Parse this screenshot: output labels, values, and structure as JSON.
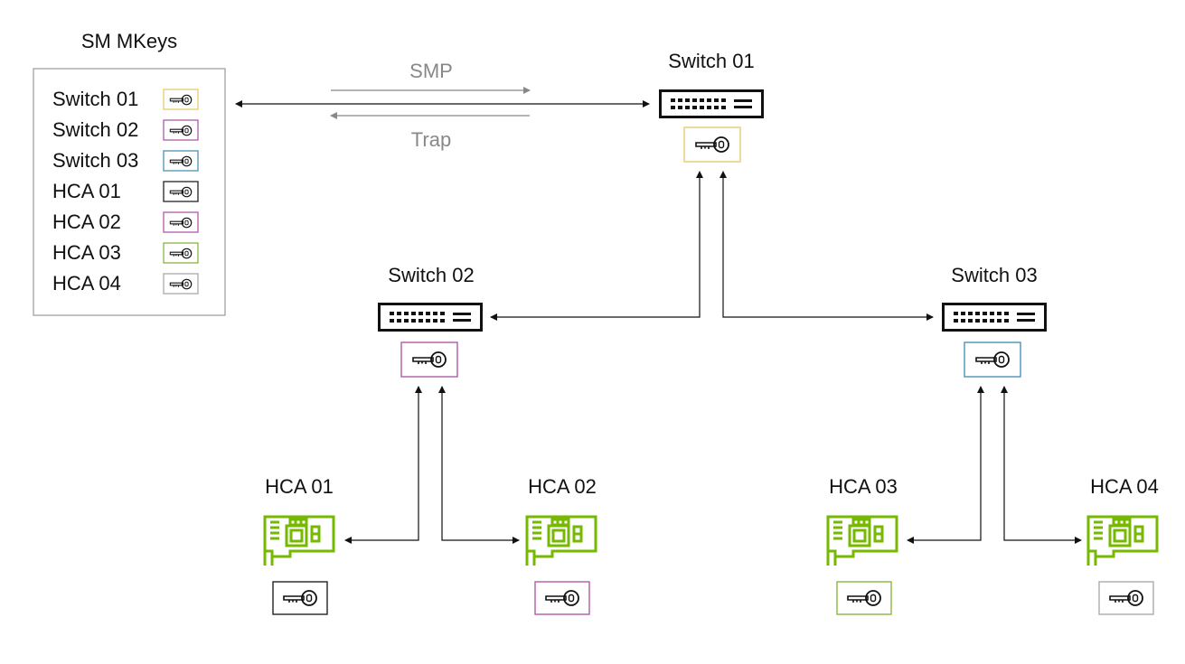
{
  "colors": {
    "switch01": "#e8c96a",
    "switch02": "#b15aa6",
    "switch03": "#4a93b8",
    "hca01": "#222222",
    "hca02": "#b15aa6",
    "hca03": "#8ab73f",
    "hca04": "#aaaaaa",
    "card_green": "#76b900",
    "line": "#111111",
    "flow_gray": "#888888"
  },
  "legend": {
    "title": "SM MKeys",
    "items": [
      {
        "label": "Switch 01",
        "color_key": "switch01"
      },
      {
        "label": "Switch 02",
        "color_key": "switch02"
      },
      {
        "label": "Switch 03",
        "color_key": "switch03"
      },
      {
        "label": "HCA 01",
        "color_key": "hca01"
      },
      {
        "label": "HCA 02",
        "color_key": "hca02"
      },
      {
        "label": "HCA 03",
        "color_key": "hca03"
      },
      {
        "label": "HCA 04",
        "color_key": "hca04"
      }
    ]
  },
  "flows": {
    "smp": "SMP",
    "trap": "Trap"
  },
  "nodes": {
    "switch01": {
      "label": "Switch 01",
      "icon": "network-switch-icon"
    },
    "switch02": {
      "label": "Switch 02",
      "icon": "network-switch-icon"
    },
    "switch03": {
      "label": "Switch 03",
      "icon": "network-switch-icon"
    },
    "hca01": {
      "label": "HCA 01",
      "icon": "hca-card-icon"
    },
    "hca02": {
      "label": "HCA 02",
      "icon": "hca-card-icon"
    },
    "hca03": {
      "label": "HCA 03",
      "icon": "hca-card-icon"
    },
    "hca04": {
      "label": "HCA 04",
      "icon": "hca-card-icon"
    }
  }
}
